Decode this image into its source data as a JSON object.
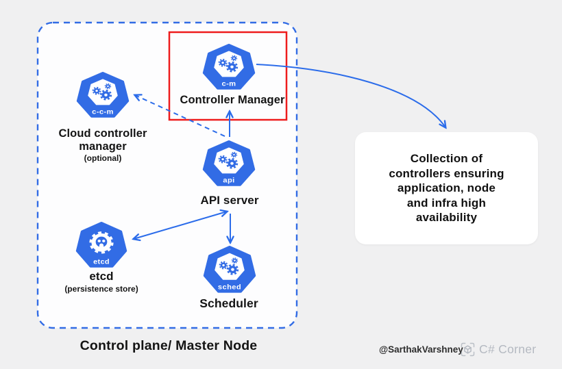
{
  "diagram": {
    "title": "Control plane/ Master Node",
    "components": [
      {
        "id": "controller-manager",
        "label": "Controller Manager",
        "badge": "c-m"
      },
      {
        "id": "cloud-controller-manager",
        "label_lines": [
          "Cloud controller",
          "manager"
        ],
        "sublabel": "(optional)",
        "badge": "c-c-m"
      },
      {
        "id": "api-server",
        "label": "API server",
        "badge": "api"
      },
      {
        "id": "etcd",
        "label": "etcd",
        "sublabel": "(persistence store)",
        "badge": "etcd"
      },
      {
        "id": "scheduler",
        "label": "Scheduler",
        "badge": "sched"
      }
    ],
    "note_card": {
      "lines": [
        "Collection of",
        "controllers ensuring",
        "application, node",
        "and infra high",
        "availability"
      ]
    },
    "colors": {
      "kubernetes_blue": "#326CE5",
      "arrow_blue": "#2B6CEA",
      "highlight_red": "#EE1C1C",
      "background": "#F0F0F1",
      "panel_white": "#FDFDFE",
      "card_white": "#FFFFFF",
      "brand_gray": "#B4B9C1"
    }
  },
  "footer": {
    "credit": "@SarthakVarshney",
    "brand": "C# Corner"
  }
}
